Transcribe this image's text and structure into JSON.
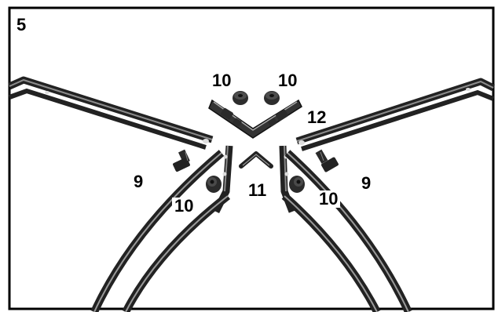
{
  "step_number": "5",
  "callouts": {
    "nut_top_left": "10",
    "nut_top_right": "10",
    "corner_bracket": "12",
    "bolt_left": "9",
    "bolt_right": "9",
    "nut_left": "10",
    "nut_right": "10",
    "caret_piece": "11"
  },
  "colors": {
    "frame_border": "#000000",
    "metal_dark": "#2b2b2b",
    "metal_highlight": "#9a9a9a",
    "background": "#ffffff"
  }
}
